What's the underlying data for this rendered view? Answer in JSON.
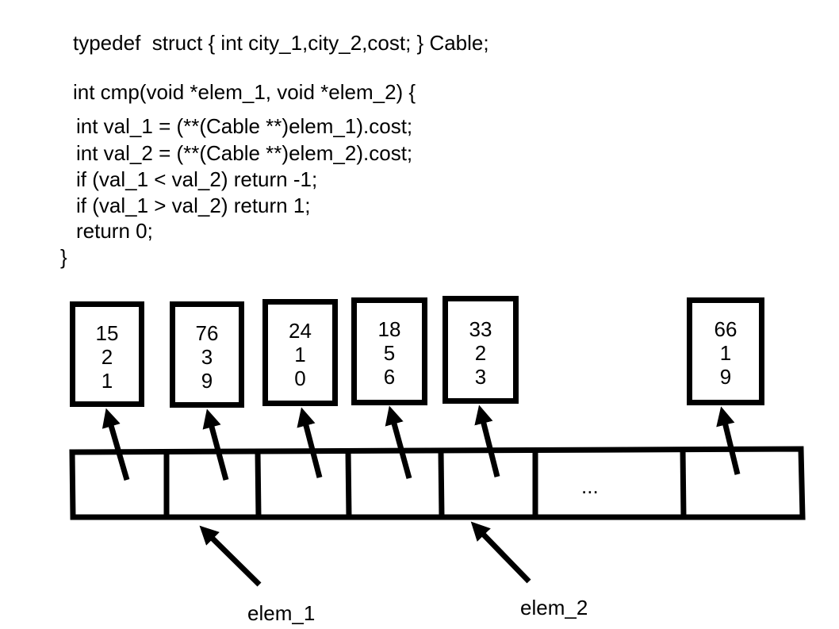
{
  "code": {
    "typedef": "typedef  struct { int city_1,city_2,cost; } Cable;",
    "cmp_signature": "int cmp(void *elem_1, void *elem_2) {",
    "line_1": "int val_1 = (**(Cable **)elem_1).cost;",
    "line_2": "int val_2 = (**(Cable **)elem_2).cost;",
    "line_3": "if (val_1 < val_2) return -1;",
    "line_4": "if (val_1 > val_2) return 1;",
    "line_5": "return 0;",
    "close_brace": "}"
  },
  "cables": [
    {
      "cost": "15",
      "city_2": "2",
      "city_1": "1"
    },
    {
      "cost": "76",
      "city_2": "3",
      "city_1": "9"
    },
    {
      "cost": "24",
      "city_2": "1",
      "city_1": "0"
    },
    {
      "cost": "18",
      "city_2": "5",
      "city_1": "6"
    },
    {
      "cost": "33",
      "city_2": "2",
      "city_1": "3"
    },
    {
      "cost": "66",
      "city_2": "1",
      "city_1": "9"
    }
  ],
  "array": {
    "ellipsis": "..."
  },
  "labels": {
    "elem_1": "elem_1",
    "elem_2": "elem_2"
  }
}
